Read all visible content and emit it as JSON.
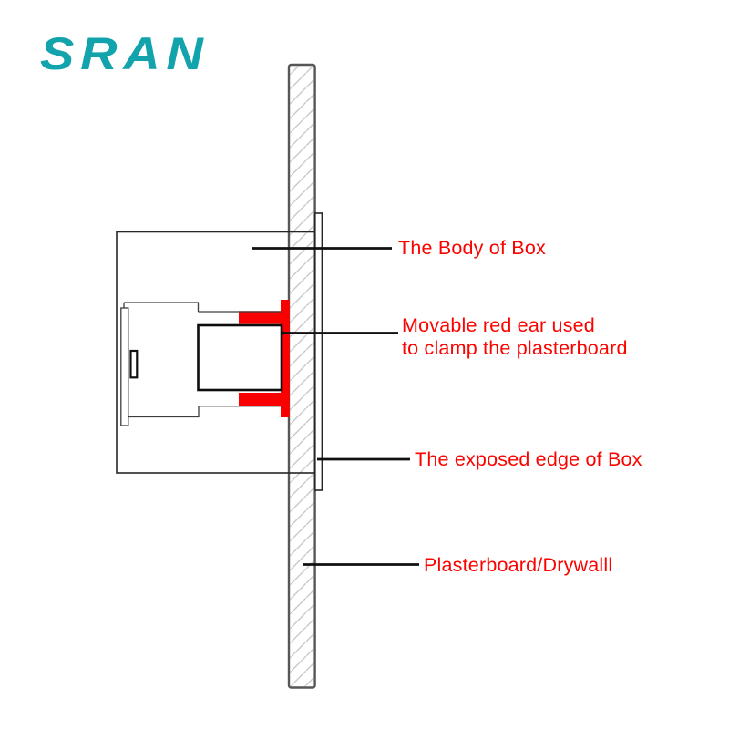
{
  "logo": {
    "text": "SRAN",
    "color": "#13A3AC"
  },
  "diagram": {
    "colors": {
      "red": "#FA0000",
      "label_red": "#FA0400",
      "line_black": "#111111",
      "plasterboard_border_gray": "#575757",
      "hatch_gray": "#C9C9C9"
    },
    "labels": {
      "body_of_box": "The Body of Box",
      "movable_ear_line1": "Movable red ear used",
      "movable_ear_line2": "to clamp the plasterboard",
      "exposed_edge": "The exposed edge of Box",
      "plasterboard": "Plasterboard/Drywalll"
    }
  }
}
